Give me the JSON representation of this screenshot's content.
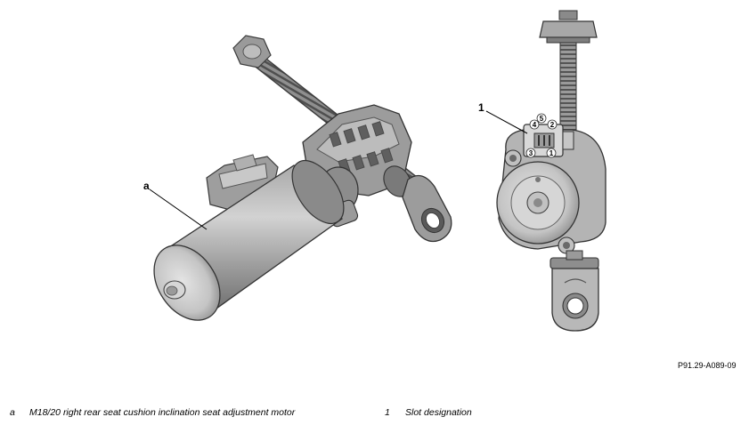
{
  "figure": {
    "code": "P91.29-A089-09",
    "callouts": {
      "a": "a",
      "one": "1"
    },
    "connector_pins": [
      "1",
      "2",
      "3",
      "4",
      "5"
    ]
  },
  "legend": [
    {
      "key": "a",
      "text": "M18/20 right rear seat cushion inclination seat adjustment motor"
    },
    {
      "key": "1",
      "text": "Slot designation"
    }
  ]
}
